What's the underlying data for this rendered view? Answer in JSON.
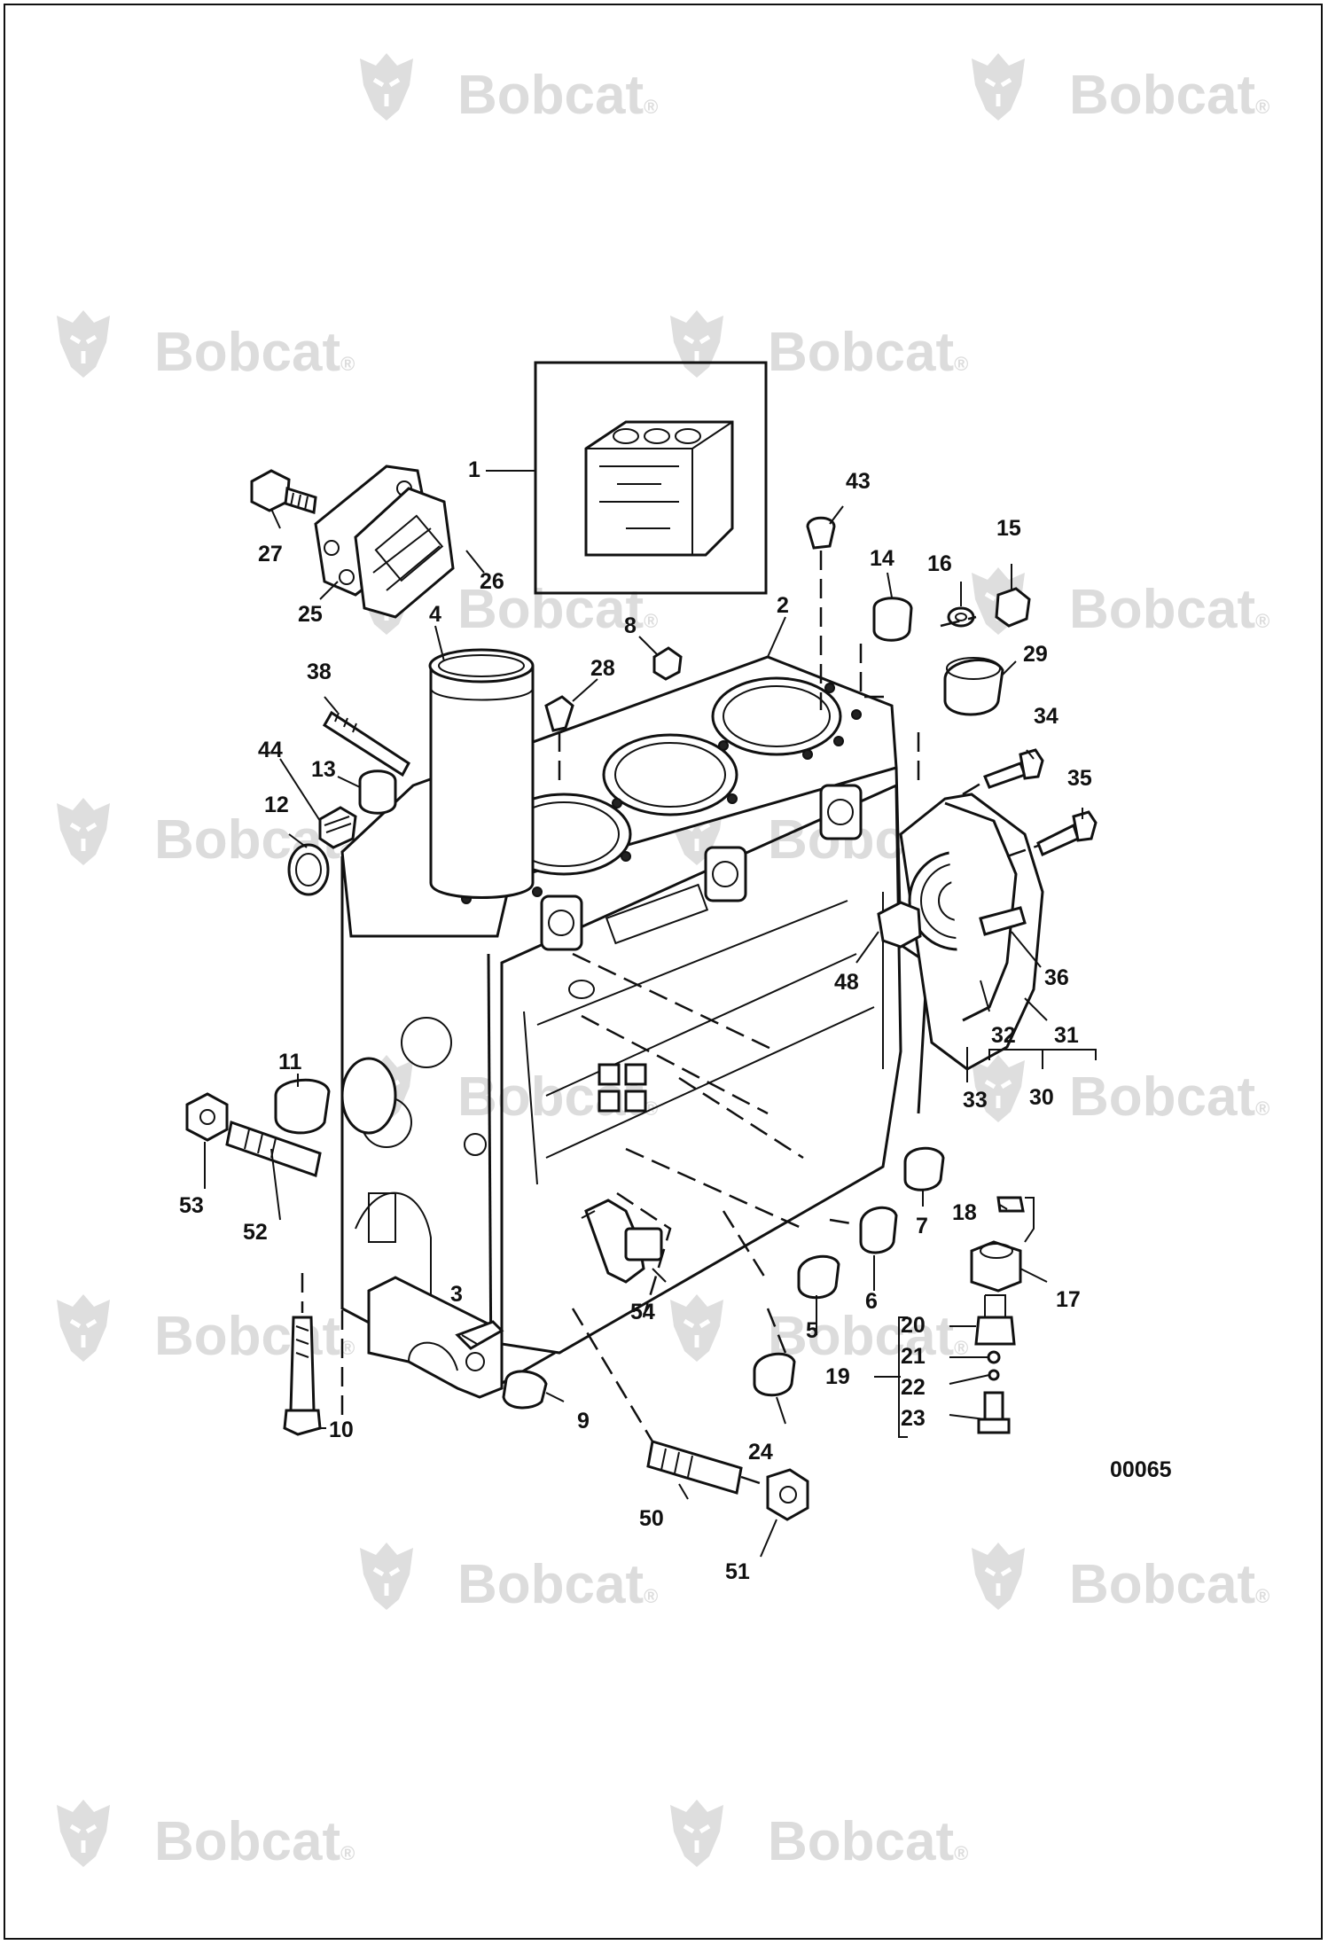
{
  "diagram": {
    "reference_code": "00065",
    "watermark_brand": "Bobcat",
    "watermark_mark": "®",
    "callouts": [
      "1",
      "2",
      "3",
      "4",
      "5",
      "6",
      "7",
      "8",
      "9",
      "10",
      "11",
      "12",
      "13",
      "14",
      "15",
      "16",
      "17",
      "18",
      "19",
      "20",
      "21",
      "22",
      "23",
      "24",
      "25",
      "26",
      "27",
      "28",
      "29",
      "30",
      "31",
      "32",
      "33",
      "34",
      "35",
      "36",
      "38",
      "43",
      "44",
      "48",
      "50",
      "51",
      "52",
      "53",
      "54"
    ]
  },
  "colors": {
    "line": "#111111",
    "watermark": "#dcdcdc",
    "background": "#ffffff"
  },
  "icons": {
    "watermark_logo": "bobcat-head-icon"
  }
}
